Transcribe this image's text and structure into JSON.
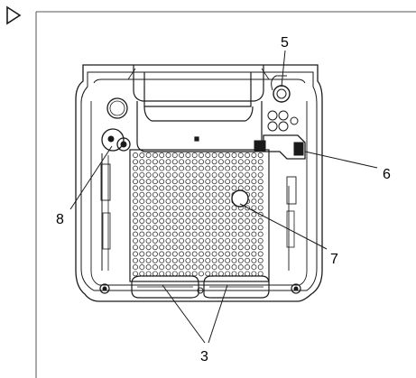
{
  "figure": {
    "marker_icon": "triangle-right-outline-icon",
    "callouts": {
      "c3": "3",
      "c5": "5",
      "c6": "6",
      "c7": "7",
      "c8": "8"
    },
    "colors": {
      "line": "#1a1a1a",
      "background": "#ffffff"
    }
  }
}
